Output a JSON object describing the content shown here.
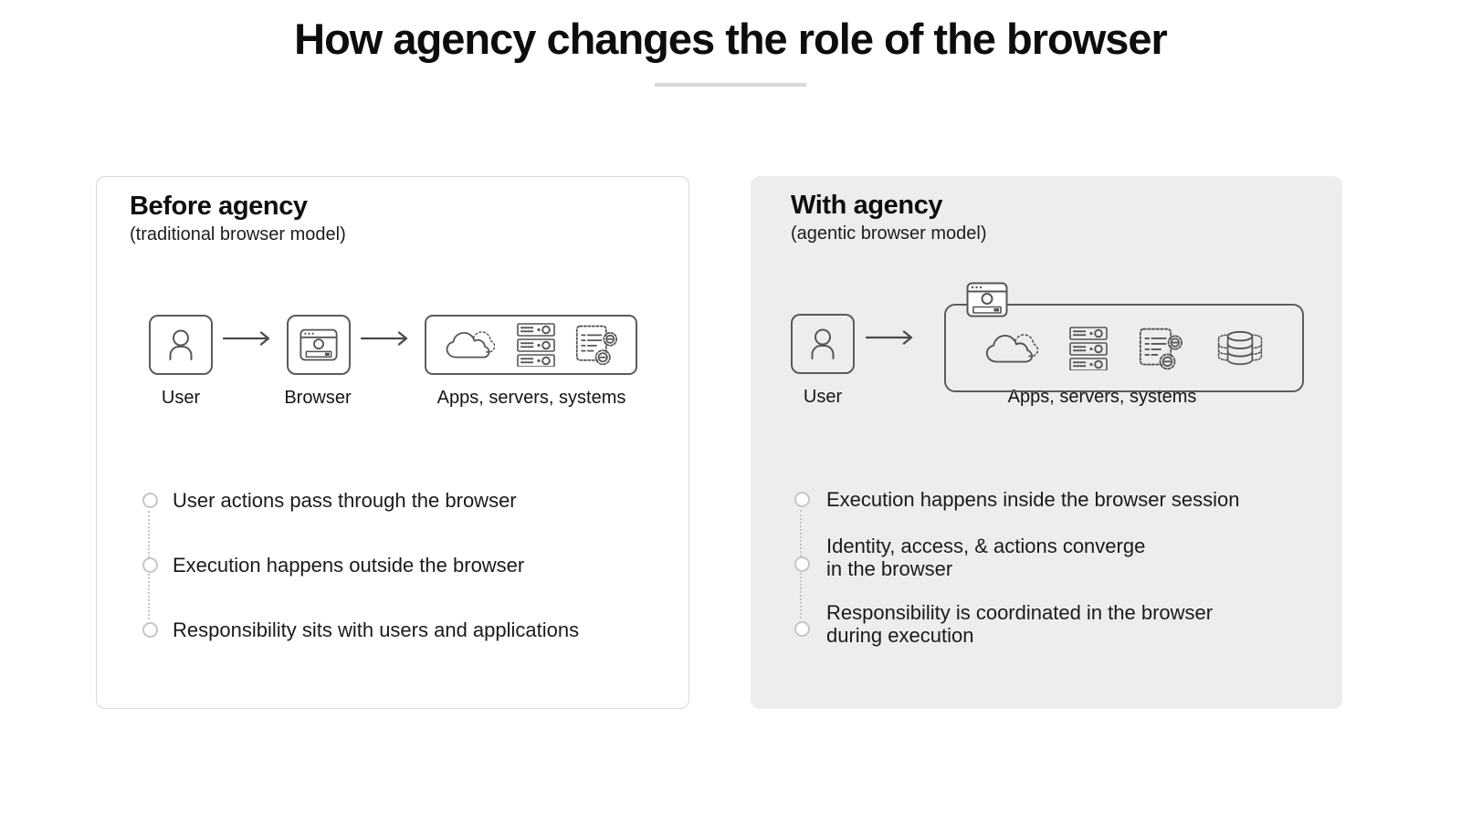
{
  "title": "How agency changes the role of the browser",
  "panels": {
    "before": {
      "heading": "Before agency",
      "subheading": "(traditional browser model)",
      "diagram_labels": {
        "user": "User",
        "browser": "Browser",
        "apps": "Apps, servers, systems"
      },
      "bullets": [
        [
          "User actions pass through the browser"
        ],
        [
          "Execution happens outside the browser"
        ],
        [
          "Responsibility sits with users and applications"
        ]
      ]
    },
    "with_agency": {
      "heading": "With agency",
      "subheading": "(agentic browser model)",
      "diagram_labels": {
        "user": "User",
        "apps": "Apps, servers, systems"
      },
      "bullets": [
        [
          "Execution happens inside the browser session"
        ],
        [
          "Identity, access, & actions converge",
          "in the browser"
        ],
        [
          "Responsibility is coordinated in the browser",
          "during execution"
        ]
      ]
    }
  },
  "icons": {
    "user": "user-icon",
    "browser": "browser-window-icon",
    "cloud": "cloud-icon",
    "servers": "server-rack-icon",
    "doc_gears": "document-gears-icon",
    "database": "database-icon",
    "arrow": "arrow-right-icon",
    "bullet": "bullet-circle-icon"
  },
  "colors": {
    "background": "#ffffff",
    "title_text": "#0d0d0d",
    "divider": "#d8d8d8",
    "panel_before_bg": "#ffffff",
    "panel_before_border": "#d8d8d8",
    "panel_with_bg": "#ededee",
    "icon_stroke": "#55555a",
    "box_border": "#5b5b5e",
    "bullet_ring": "#c6c6c6",
    "body_text": "#1b1b1b"
  }
}
